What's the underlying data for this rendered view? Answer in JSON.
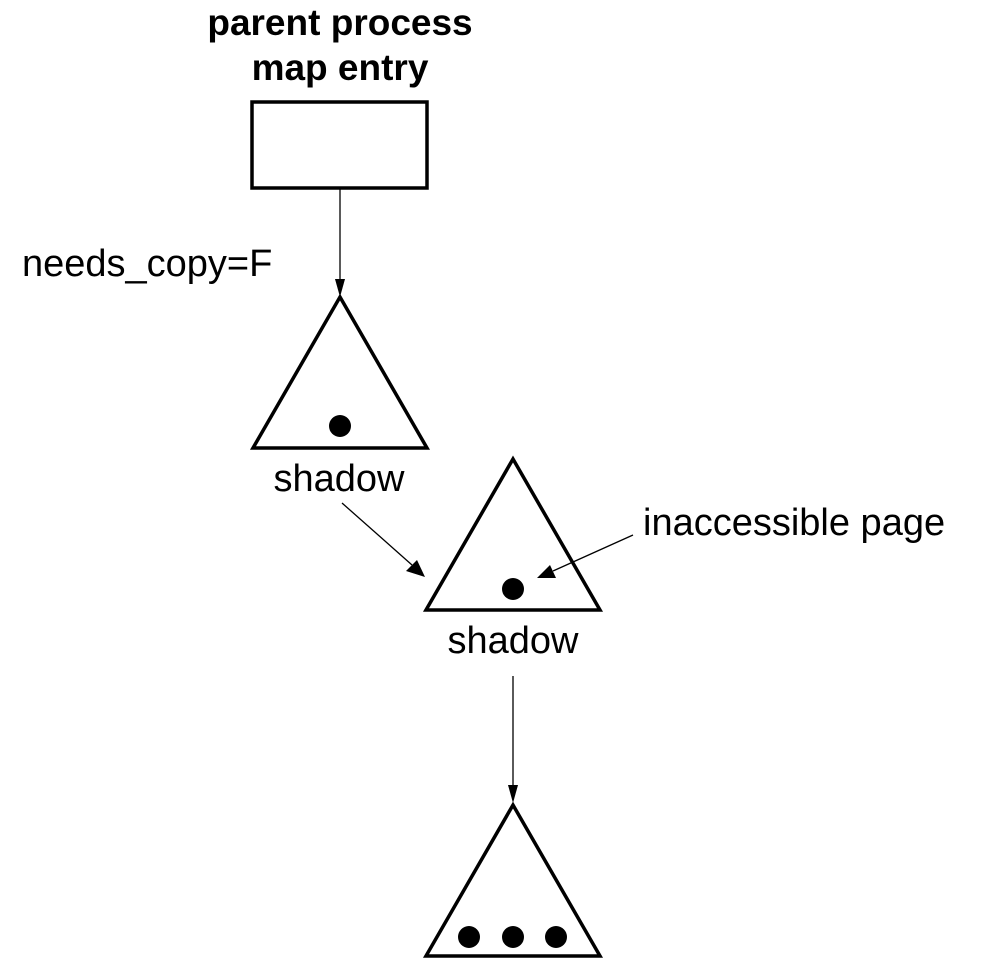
{
  "title": {
    "line1": "parent process",
    "line2": "map entry"
  },
  "labels": {
    "needs_copy": "needs_copy=F",
    "shadow_1": "shadow",
    "shadow_2": "shadow",
    "inaccessible_page": "inaccessible page"
  },
  "objects": [
    {
      "id": "shadow-object-1",
      "pages": 1
    },
    {
      "id": "shadow-object-2",
      "pages": 1
    },
    {
      "id": "backing-object",
      "pages": 3
    }
  ]
}
